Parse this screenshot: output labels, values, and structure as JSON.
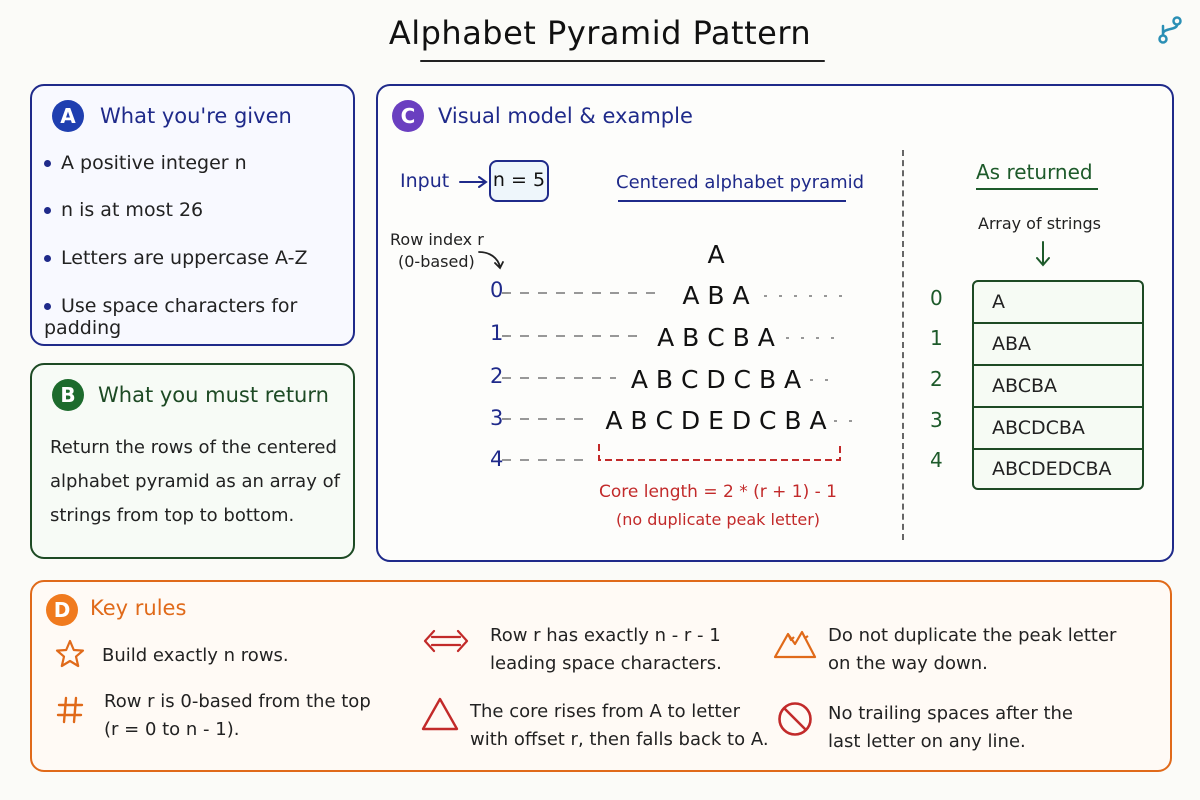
{
  "title": "Alphabet Pyramid Pattern",
  "colors": {
    "blue": "#1f2a8a",
    "green": "#1d5a2a",
    "purple": "#6a3fc0",
    "orange": "#e06a1a",
    "red": "#c22a2a",
    "teal": "#2a8fb5"
  },
  "panelA": {
    "badge": "A",
    "title": "What you're given",
    "bullets": [
      "A positive integer n",
      "n is at most 26",
      "Letters are uppercase A-Z",
      "Use space characters for padding"
    ]
  },
  "panelB": {
    "badge": "B",
    "title": "What you must return",
    "lines": [
      "Return the rows of the centered",
      "alphabet pyramid as an array of",
      "strings from top to bottom."
    ]
  },
  "panelC": {
    "badge": "C",
    "title": "Visual model & example",
    "input_label": "Input",
    "input_value": "n = 5",
    "pyramid_heading": "Centered alphabet pyramid",
    "row_index_label_1": "Row index r",
    "row_index_label_2": "(0-based)",
    "row_indices": [
      "0",
      "1",
      "2",
      "3",
      "4"
    ],
    "pyramid_rows": [
      "A",
      "A B A",
      "A B C B A",
      "A B C D C B A",
      "A B C D E D C B A"
    ],
    "core_note_1": "Core length = 2 * (r + 1) - 1",
    "core_note_2": "(no duplicate peak letter)",
    "returned_heading": "As returned",
    "array_label": "Array of strings",
    "returned_indices": [
      "0",
      "1",
      "2",
      "3",
      "4"
    ],
    "returned_values": [
      "A",
      "ABA",
      "ABCBA",
      "ABCDCBA",
      "ABCDEDCBA"
    ]
  },
  "panelD": {
    "badge": "D",
    "title": "Key rules",
    "rules": [
      {
        "icon": "star-icon",
        "lines": [
          "Build exactly n rows."
        ]
      },
      {
        "icon": "hash-icon",
        "lines": [
          "Row r is 0-based from the top",
          "(r = 0 to n - 1)."
        ]
      },
      {
        "icon": "double-arrow-icon",
        "lines": [
          "Row r has exactly n - r - 1",
          "leading space characters."
        ]
      },
      {
        "icon": "triangle-icon",
        "lines": [
          "The core rises from A to letter",
          "with offset r, then falls back to A."
        ]
      },
      {
        "icon": "mountain-icon",
        "lines": [
          "Do not duplicate the peak letter",
          "on the way down."
        ]
      },
      {
        "icon": "no-icon",
        "lines": [
          "No trailing spaces after the",
          "last letter on any line."
        ]
      }
    ]
  }
}
